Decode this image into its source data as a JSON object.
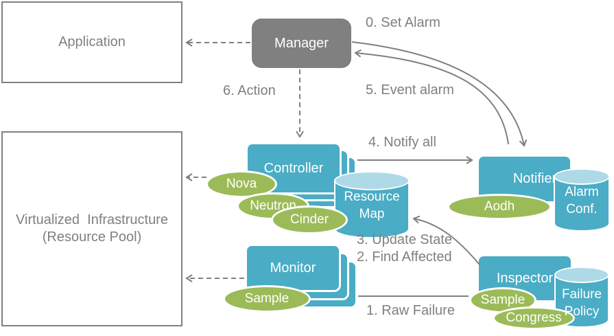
{
  "nodes": {
    "application": {
      "label": "Application"
    },
    "virtualized_infrastructure": {
      "line1": "Virtualized  Infrastructure",
      "line2": "(Resource Pool)"
    },
    "manager": {
      "label": "Manager"
    },
    "controller": {
      "label": "Controller"
    },
    "monitor": {
      "label": "Monitor"
    },
    "notifier": {
      "label": "Notifier"
    },
    "inspector": {
      "label": "Inspector"
    },
    "resource_map": {
      "line1": "Resource",
      "line2": "Map"
    },
    "alarm_conf": {
      "line1": "Alarm",
      "line2": "Conf."
    },
    "failure_policy": {
      "line1": "Failure",
      "line2": "Policy"
    },
    "nova": {
      "label": "Nova"
    },
    "neutron": {
      "label": "Neutron"
    },
    "cinder": {
      "label": "Cinder"
    },
    "monitor_sample": {
      "label": "Sample"
    },
    "aodh": {
      "label": "Aodh"
    },
    "inspector_sample": {
      "label": "Sample"
    },
    "congress": {
      "label": "Congress"
    }
  },
  "steps": {
    "step0": "0. Set Alarm",
    "step1": "1. Raw Failure",
    "step2": "2. Find Affected",
    "step3": "3. Update State",
    "step4": "4. Notify all",
    "step5": "5. Event alarm",
    "step6": "6. Action"
  },
  "colors": {
    "node_blue": "#4AACC5",
    "cylinder_top": "#AEDAE8",
    "green": "#9BBB59",
    "gray_node": "#808080",
    "line": "#7F7F7F",
    "text": "#7F7F7F",
    "box_border": "#808080"
  }
}
